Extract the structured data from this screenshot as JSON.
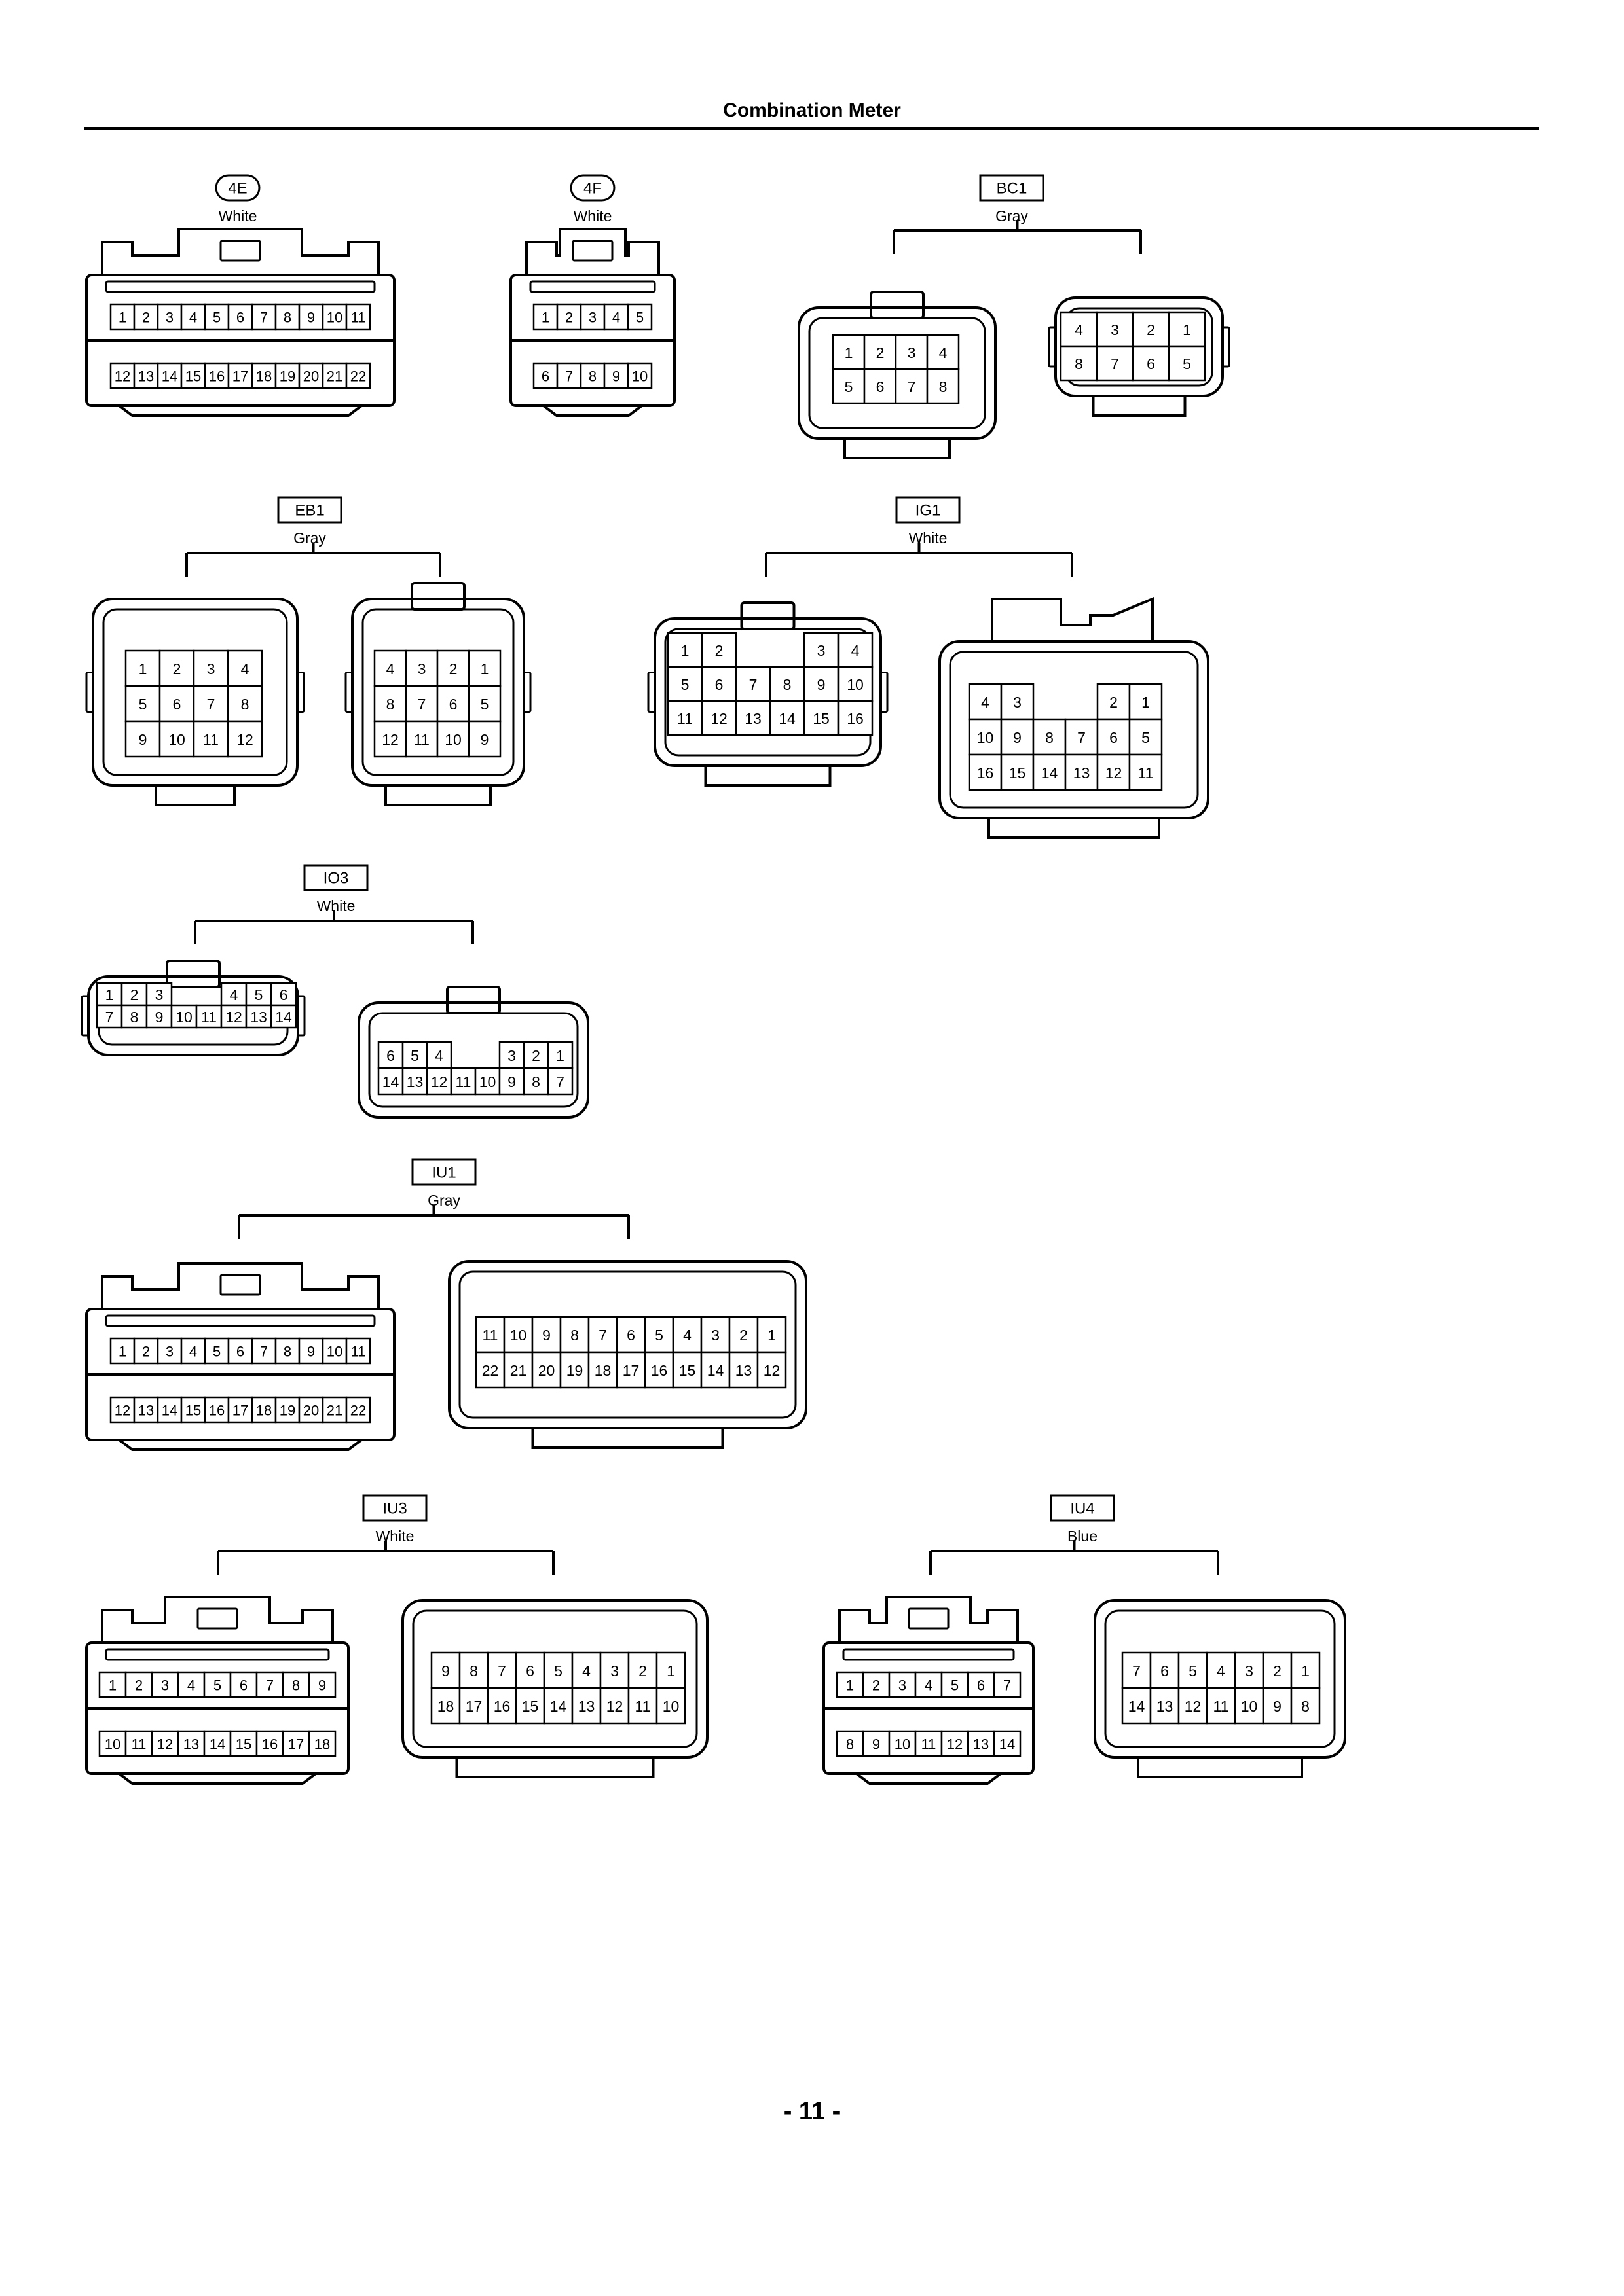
{
  "page_title": "Combination Meter",
  "page_number": "- 11 -",
  "colors": {
    "line": "#000000",
    "background": "#ffffff"
  },
  "connectors": [
    {
      "id": "4E",
      "label_style": "rounded",
      "color": "White",
      "views": [
        {
          "rows": [
            [
              "1",
              "2",
              "3",
              "4",
              "5",
              "6",
              "7",
              "8",
              "9",
              "10",
              "11"
            ],
            [
              "12",
              "13",
              "14",
              "15",
              "16",
              "17",
              "18",
              "19",
              "20",
              "21",
              "22"
            ]
          ]
        }
      ]
    },
    {
      "id": "4F",
      "label_style": "rounded",
      "color": "White",
      "views": [
        {
          "rows": [
            [
              "1",
              "2",
              "3",
              "4",
              "5"
            ],
            [
              "6",
              "7",
              "8",
              "9",
              "10"
            ]
          ]
        }
      ]
    },
    {
      "id": "BC1",
      "label_style": "box",
      "color": "Gray",
      "views": [
        {
          "rows": [
            [
              "1",
              "2",
              "3",
              "4"
            ],
            [
              "5",
              "6",
              "7",
              "8"
            ]
          ]
        },
        {
          "rows": [
            [
              "4",
              "3",
              "2",
              "1"
            ],
            [
              "8",
              "7",
              "6",
              "5"
            ]
          ]
        }
      ]
    },
    {
      "id": "EB1",
      "label_style": "box",
      "color": "Gray",
      "views": [
        {
          "rows": [
            [
              "1",
              "2",
              "3",
              "4"
            ],
            [
              "5",
              "6",
              "7",
              "8"
            ],
            [
              "9",
              "10",
              "11",
              "12"
            ]
          ]
        },
        {
          "rows": [
            [
              "4",
              "3",
              "2",
              "1"
            ],
            [
              "8",
              "7",
              "6",
              "5"
            ],
            [
              "12",
              "11",
              "10",
              "9"
            ]
          ]
        }
      ]
    },
    {
      "id": "IG1",
      "label_style": "box",
      "color": "White",
      "views": [
        {
          "rows": [
            [
              "1",
              "2",
              "",
              "",
              "3",
              "4"
            ],
            [
              "5",
              "6",
              "7",
              "8",
              "9",
              "10"
            ],
            [
              "11",
              "12",
              "13",
              "14",
              "15",
              "16"
            ]
          ]
        },
        {
          "rows": [
            [
              "4",
              "3",
              "",
              "",
              "2",
              "1"
            ],
            [
              "10",
              "9",
              "8",
              "7",
              "6",
              "5"
            ],
            [
              "16",
              "15",
              "14",
              "13",
              "12",
              "11"
            ]
          ]
        }
      ]
    },
    {
      "id": "IO3",
      "label_style": "box",
      "color": "White",
      "views": [
        {
          "rows": [
            [
              "1",
              "2",
              "3",
              "",
              "",
              "4",
              "5",
              "6"
            ],
            [
              "7",
              "8",
              "9",
              "10",
              "11",
              "12",
              "13",
              "14"
            ]
          ]
        },
        {
          "rows": [
            [
              "6",
              "5",
              "4",
              "",
              "",
              "3",
              "2",
              "1"
            ],
            [
              "14",
              "13",
              "12",
              "11",
              "10",
              "9",
              "8",
              "7"
            ]
          ]
        }
      ]
    },
    {
      "id": "IU1",
      "label_style": "box",
      "color": "Gray",
      "views": [
        {
          "rows": [
            [
              "1",
              "2",
              "3",
              "4",
              "5",
              "6",
              "7",
              "8",
              "9",
              "10",
              "11"
            ],
            [
              "12",
              "13",
              "14",
              "15",
              "16",
              "17",
              "18",
              "19",
              "20",
              "21",
              "22"
            ]
          ]
        },
        {
          "rows": [
            [
              "11",
              "10",
              "9",
              "8",
              "7",
              "6",
              "5",
              "4",
              "3",
              "2",
              "1"
            ],
            [
              "22",
              "21",
              "20",
              "19",
              "18",
              "17",
              "16",
              "15",
              "14",
              "13",
              "12"
            ]
          ]
        }
      ]
    },
    {
      "id": "IU3",
      "label_style": "box",
      "color": "White",
      "views": [
        {
          "rows": [
            [
              "1",
              "2",
              "3",
              "4",
              "5",
              "6",
              "7",
              "8",
              "9"
            ],
            [
              "10",
              "11",
              "12",
              "13",
              "14",
              "15",
              "16",
              "17",
              "18"
            ]
          ]
        },
        {
          "rows": [
            [
              "9",
              "8",
              "7",
              "6",
              "5",
              "4",
              "3",
              "2",
              "1"
            ],
            [
              "18",
              "17",
              "16",
              "15",
              "14",
              "13",
              "12",
              "11",
              "10"
            ]
          ]
        }
      ]
    },
    {
      "id": "IU4",
      "label_style": "box",
      "color": "Blue",
      "views": [
        {
          "rows": [
            [
              "1",
              "2",
              "3",
              "4",
              "5",
              "6",
              "7"
            ],
            [
              "8",
              "9",
              "10",
              "11",
              "12",
              "13",
              "14"
            ]
          ]
        },
        {
          "rows": [
            [
              "7",
              "6",
              "5",
              "4",
              "3",
              "2",
              "1"
            ],
            [
              "14",
              "13",
              "12",
              "11",
              "10",
              "9",
              "8"
            ]
          ]
        }
      ]
    }
  ]
}
